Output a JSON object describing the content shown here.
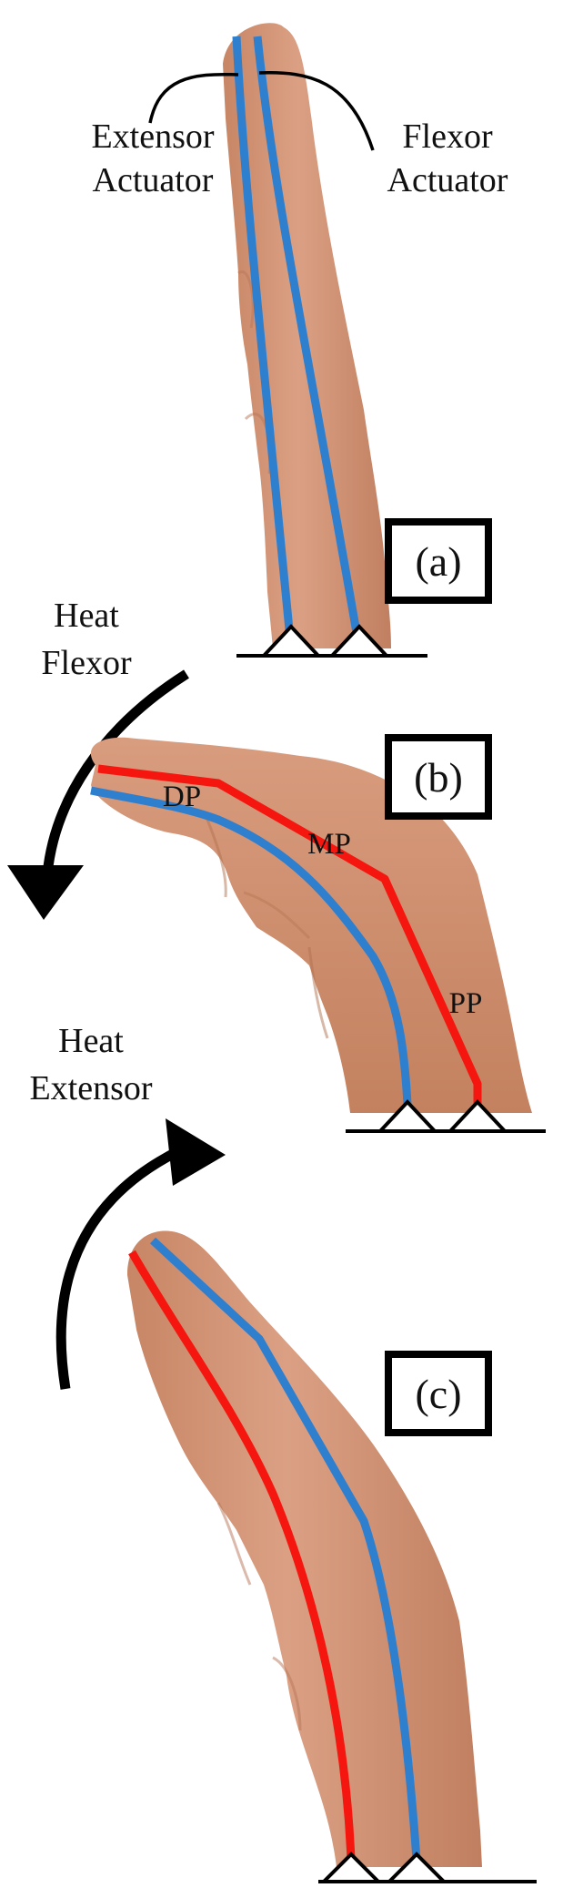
{
  "labels": {
    "extensor_actuator": [
      "Extensor",
      "Actuator"
    ],
    "flexor_actuator": [
      "Flexor",
      "Actuator"
    ],
    "heat_flexor": [
      "Heat",
      "Flexor"
    ],
    "heat_extensor": [
      "Heat",
      "Extensor"
    ]
  },
  "phalanges": {
    "distal": "DP",
    "middle": "MP",
    "proximal": "PP"
  },
  "panels": {
    "a": "(a)",
    "b": "(b)",
    "c": "(c)"
  },
  "colors": {
    "skin": "#d39474",
    "skin_shadow": "#b97a5c",
    "extensor_actuator": "#2f7fcf",
    "flexor_actuator": "#f5160f",
    "flexor_actuator_panel_a": "#2f7fcf",
    "text": "#111111",
    "arrow": "#000000"
  }
}
